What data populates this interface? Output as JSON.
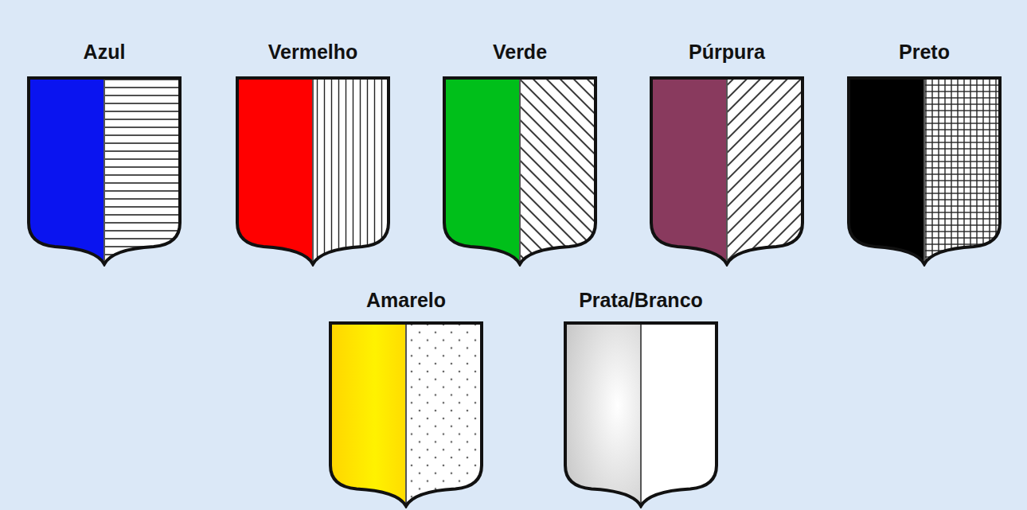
{
  "diagram": {
    "nodes": [
      {
        "text": [
          "Azul"
        ]
      },
      {
        "text": [
          "Vermelho"
        ]
      },
      {
        "text": [
          "Verde"
        ]
      },
      {
        "text": [
          "Púrpura"
        ]
      },
      {
        "text": [
          "Preto"
        ]
      },
      {
        "text": [
          "Amarelo"
        ]
      },
      {
        "text": [
          "Prata/Branco"
        ]
      }
    ]
  }
}
